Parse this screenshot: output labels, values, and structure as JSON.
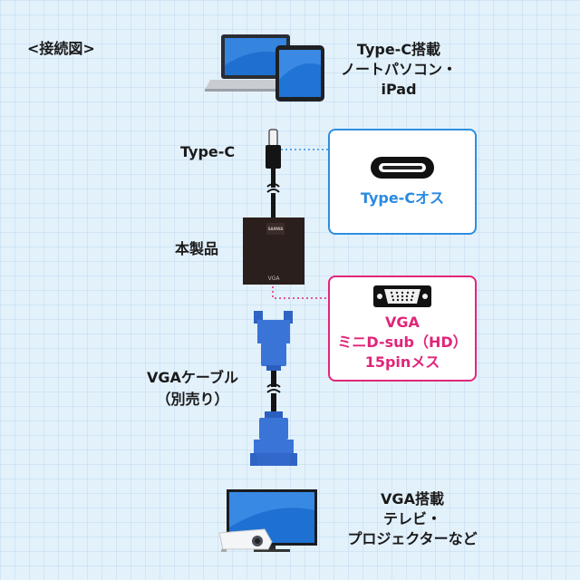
{
  "heading": "<接続図>",
  "source_device": {
    "label_lines": [
      "Type-C搭載",
      "ノートパソコン・",
      "iPad"
    ]
  },
  "connector_labels": {
    "typec": "Type-C",
    "product": "本製品",
    "vga_cable_lines": [
      "VGAケーブル",
      "（別売り）"
    ]
  },
  "typec_callout": {
    "text": "Type-Cオス",
    "border_color": "#2e8ee0",
    "text_color": "#2a8ae0"
  },
  "vga_callout": {
    "lines": [
      "VGA",
      "ミニD-sub（HD）",
      "15pinメス"
    ],
    "border_color": "#e0267a",
    "text_color": "#e0267a"
  },
  "adapter": {
    "port_label": "VGA",
    "logo_text": "SANWA"
  },
  "target_device": {
    "label_lines": [
      "VGA搭載",
      "テレビ・",
      "プロジェクターなど"
    ]
  },
  "icons": [
    "laptop-icon",
    "tablet-icon",
    "usb-c-port-icon",
    "vga-port-icon",
    "tv-icon",
    "projector-icon"
  ]
}
